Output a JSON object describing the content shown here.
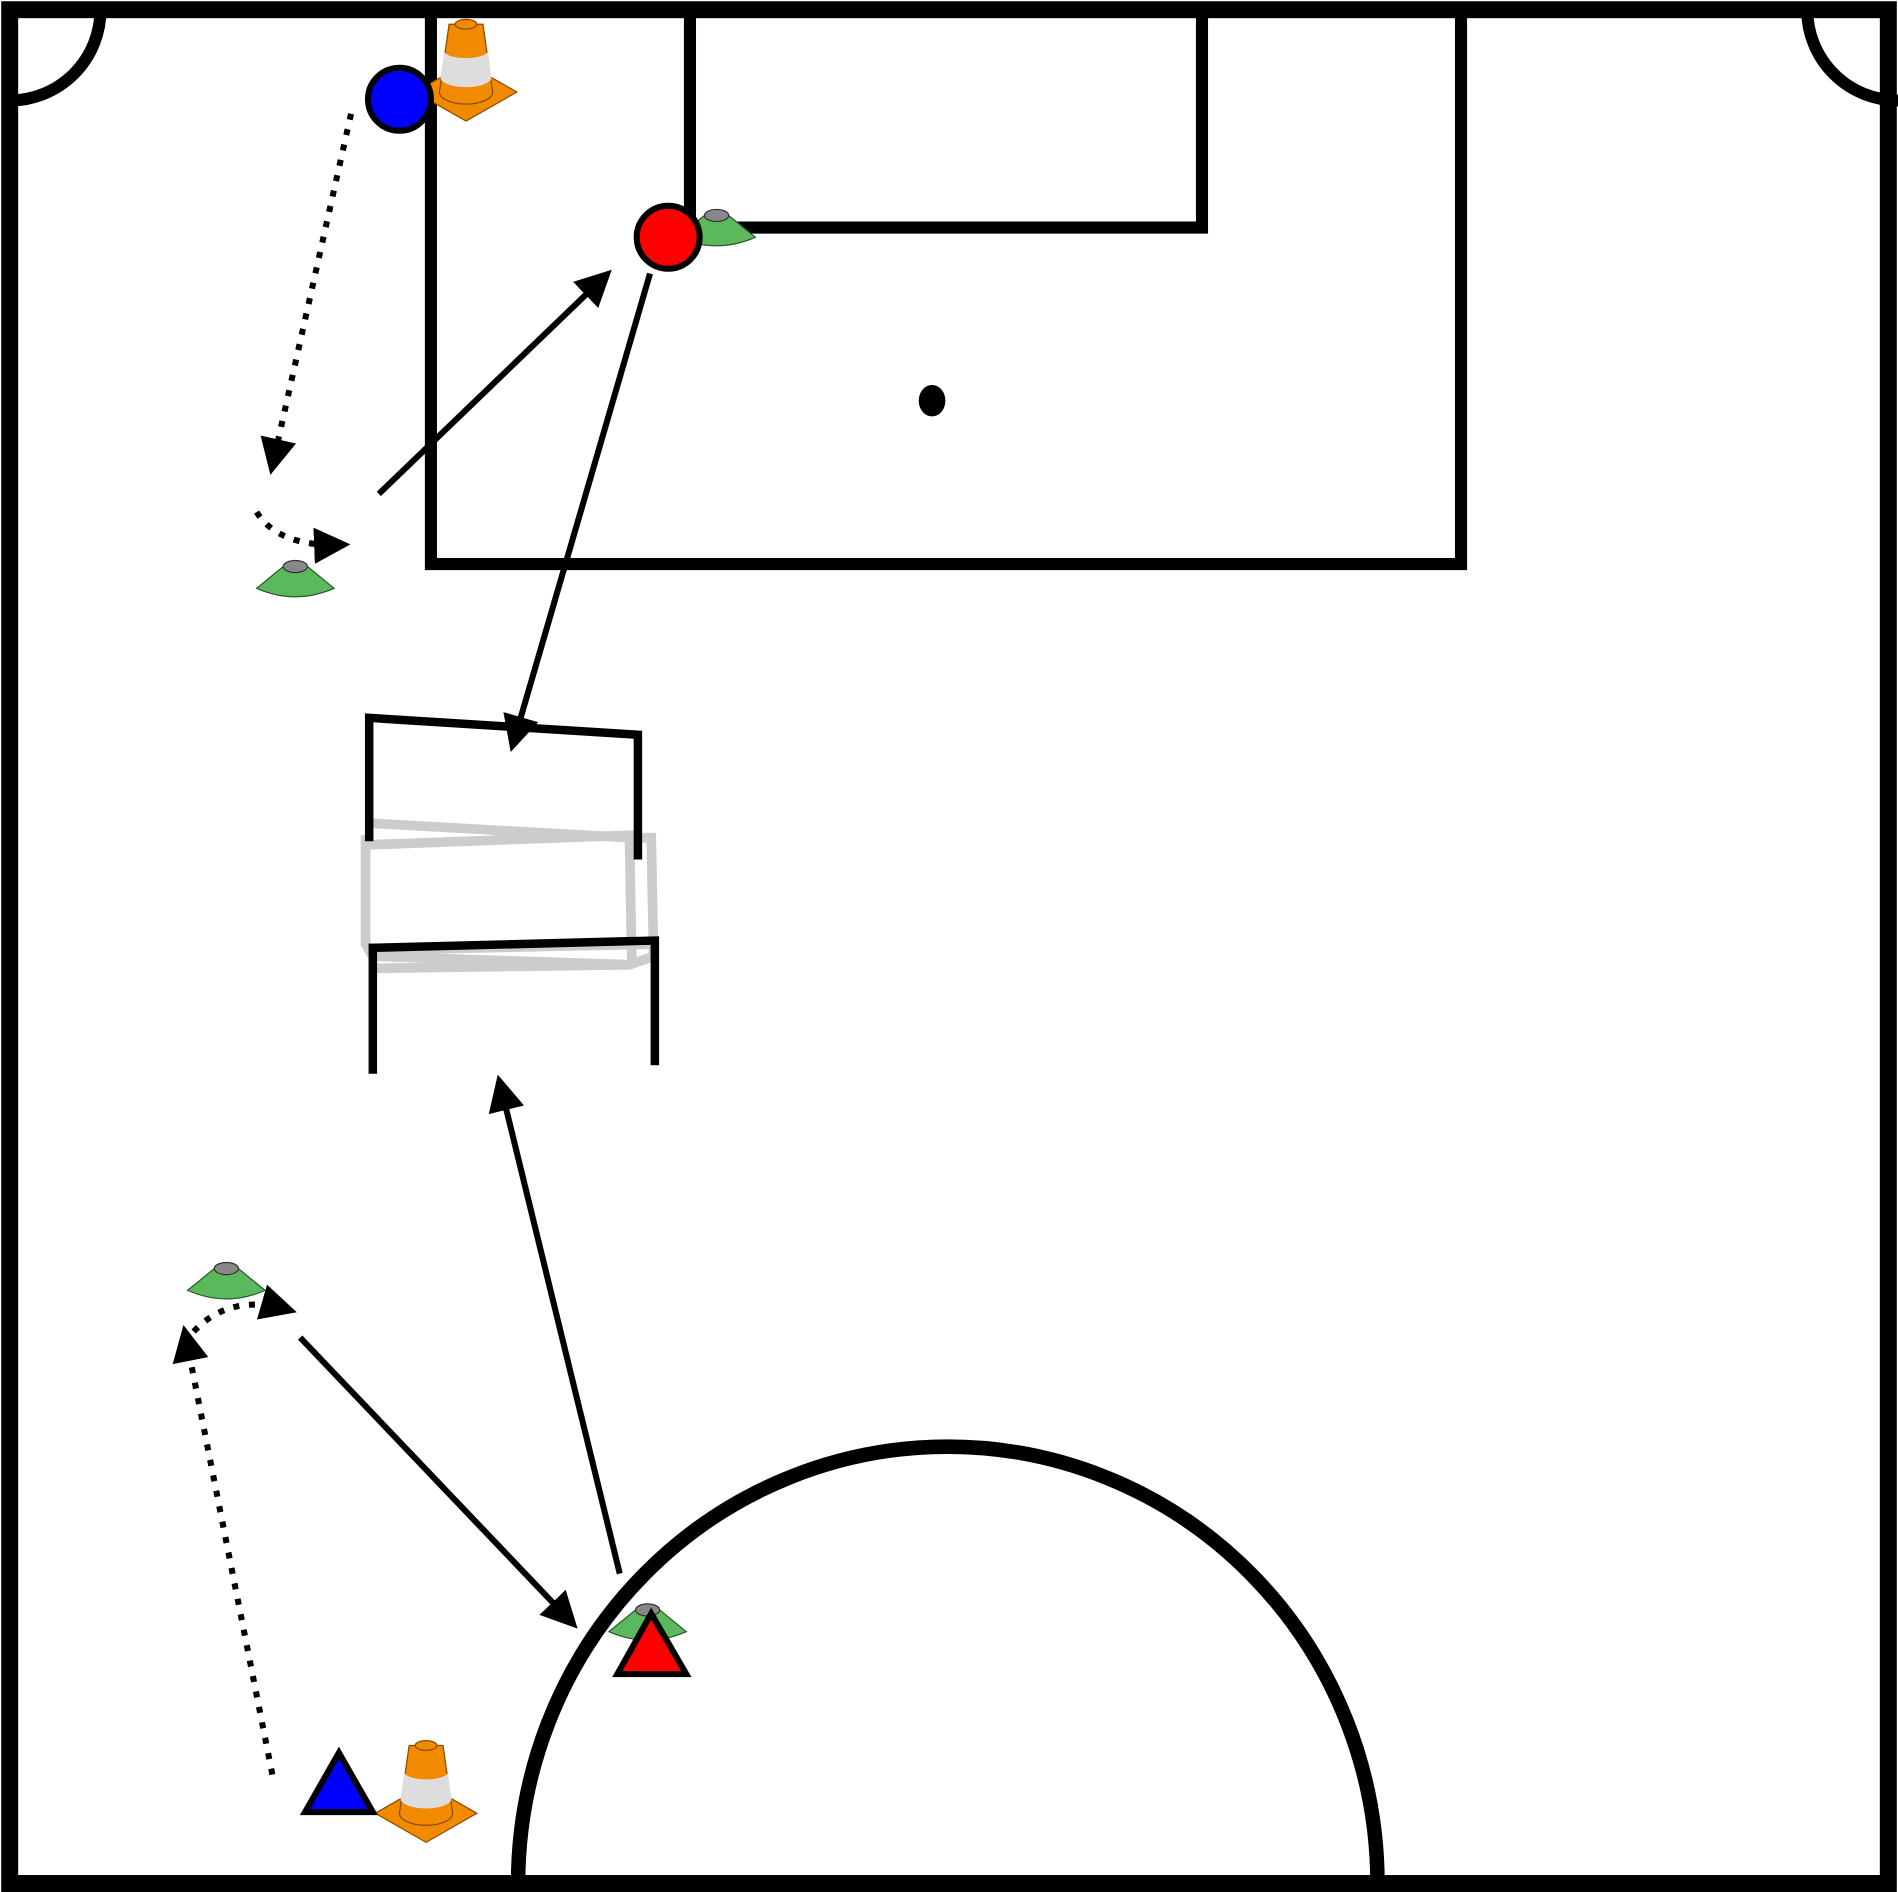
{
  "diagram": {
    "kind": "soccer-drill",
    "colors": {
      "field_lines": "#000000",
      "background": "#ffffff",
      "player_blue": "#0000ff",
      "player_red": "#ff0000",
      "cone_orange": "#f28a00",
      "disc_cone_green": "#5cb85c",
      "mini_goal_gray": "#cccccc"
    },
    "players": [
      {
        "team": "blue",
        "shape": "circle"
      },
      {
        "team": "red",
        "shape": "circle"
      },
      {
        "team": "blue",
        "shape": "triangle"
      },
      {
        "team": "red",
        "shape": "triangle"
      }
    ]
  }
}
